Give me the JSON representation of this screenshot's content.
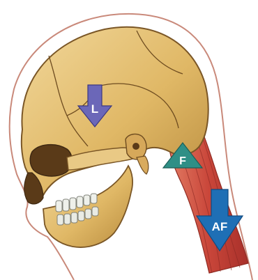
{
  "labels": {
    "load": "L",
    "fulcrum": "F",
    "applied_force": "AF"
  },
  "colors": {
    "load_arrow": "#6b67b8",
    "fulcrum_triangle": "#2f8f86",
    "applied_force_arrow": "#1f6fb5",
    "bone": "#e4c07a",
    "muscle": "#c8463a"
  }
}
